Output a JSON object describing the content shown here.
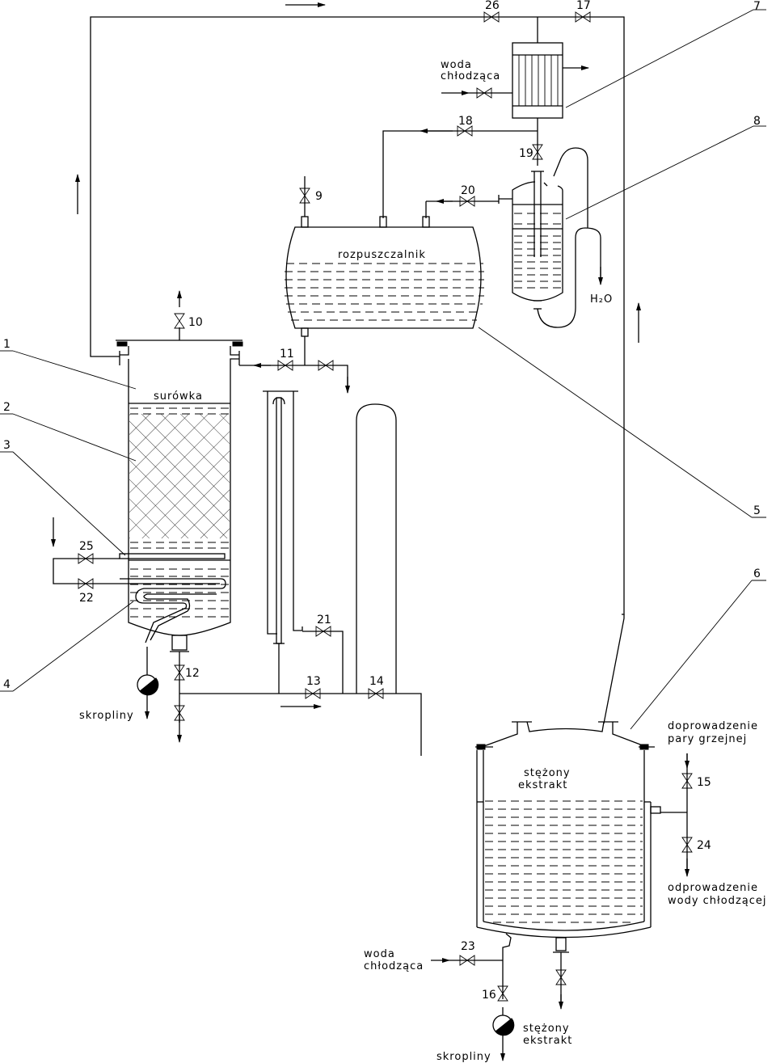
{
  "diagram": {
    "type": "process-flow-diagram",
    "equipment_labels": [
      "1",
      "2",
      "3",
      "4",
      "5",
      "6",
      "7",
      "8"
    ],
    "vessels": {
      "raw_material": "surówka",
      "solvent": "rozpuszczalnik",
      "concentrate": [
        "stężony",
        "ekstrakt"
      ]
    },
    "valves": [
      "9",
      "10",
      "11",
      "12",
      "13",
      "14",
      "15",
      "16",
      "17",
      "18",
      "19",
      "20",
      "21",
      "22",
      "23",
      "24",
      "25",
      "26"
    ],
    "streams": {
      "cooling_water_top": [
        "woda",
        "chłodząca"
      ],
      "cooling_water_bottom": [
        "woda",
        "chłodząca"
      ],
      "steam_in": [
        "doprowadzenie",
        "pary grzejnej"
      ],
      "cooling_out": [
        "odprowadzenie",
        "wody chłodzącej"
      ],
      "condensate_left": "skropliny",
      "condensate_bottom": "skropliny",
      "product_out": [
        "stężony",
        "ekstrakt"
      ],
      "water_out": "H₂O"
    }
  }
}
